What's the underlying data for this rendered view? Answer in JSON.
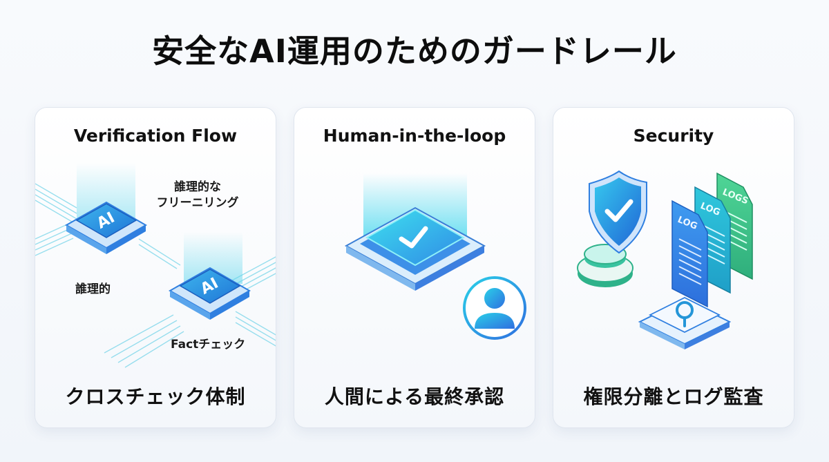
{
  "title": "安全なAI運用のためのガードレール",
  "colors": {
    "accent_blue": "#2f7fe0",
    "accent_cyan": "#2ad0e8",
    "accent_green": "#3cc58a",
    "card_border": "#dfe5ee"
  },
  "cards": [
    {
      "title": "Verification Flow",
      "caption": "クロスチェック体制",
      "labels": {
        "reasoning_learning": [
          "誰理的な",
          "フリーニリング"
        ],
        "reasoning": "誰理的",
        "fact_check": "Factチェック"
      },
      "chips": [
        {
          "icon": "ai-chip-icon",
          "text": "AI"
        },
        {
          "icon": "ai-chip-icon",
          "text": "AI"
        }
      ]
    },
    {
      "title": "Human-in-the-loop",
      "caption": "人間による最終承認",
      "icons": [
        "approval-check-icon",
        "user-avatar-icon"
      ]
    },
    {
      "title": "Security",
      "caption": "権限分離とログ監査",
      "icons": [
        "shield-check-icon",
        "log-document-icon",
        "search-icon"
      ],
      "documents": [
        {
          "label": "LOG",
          "color": "#2f7fe0"
        },
        {
          "label": "LOG",
          "color": "#22b8d4"
        },
        {
          "label": "LOGS",
          "color": "#3cc58a"
        }
      ]
    }
  ]
}
